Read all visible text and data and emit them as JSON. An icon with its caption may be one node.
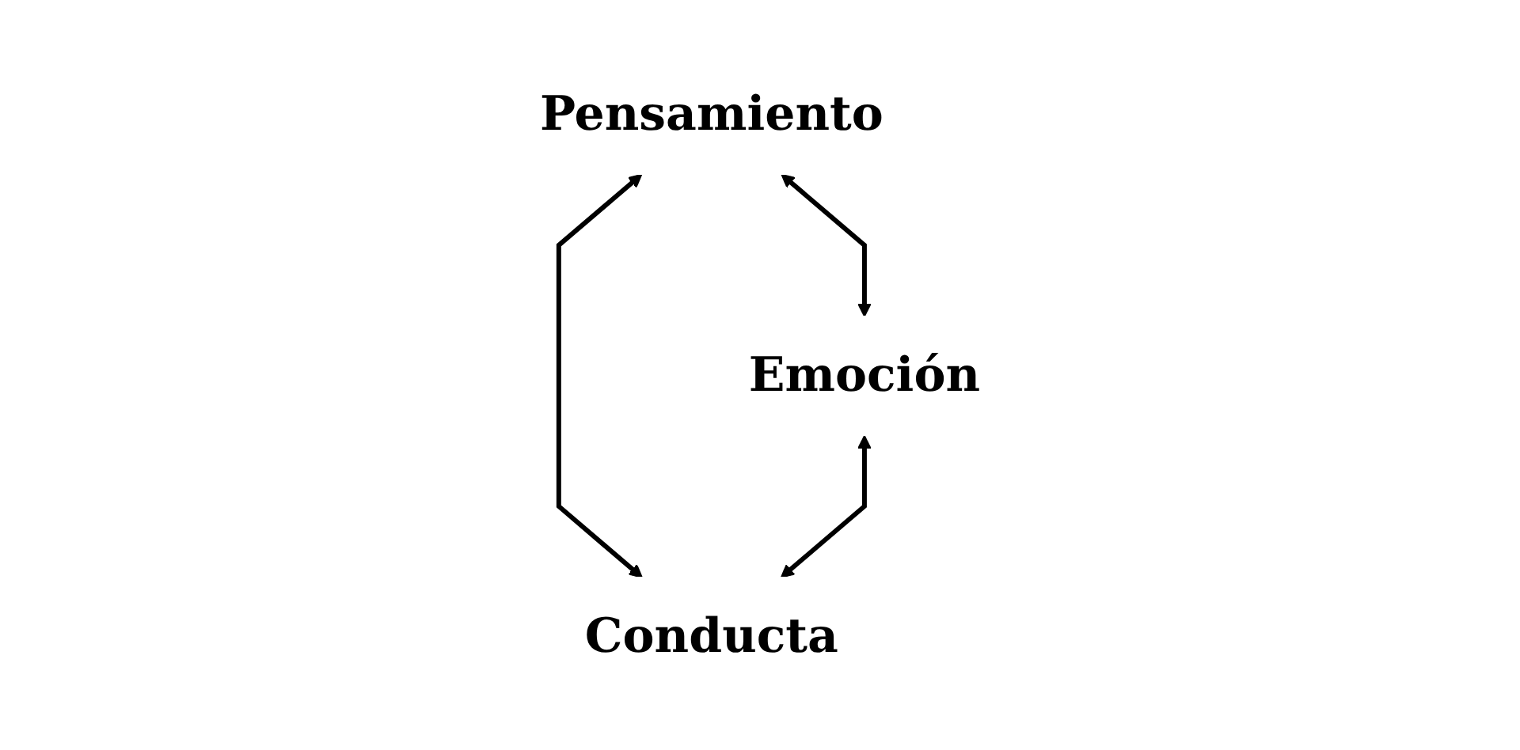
{
  "diagram": {
    "nodes": [
      {
        "text": [
          "Pensamiento"
        ]
      },
      {
        "text": [
          "Emoción"
        ]
      },
      {
        "text": [
          "Conducta"
        ]
      }
    ],
    "edges": [
      {
        "from": 0,
        "to": 1,
        "arrow": "both"
      },
      {
        "from": 0,
        "to": 2,
        "arrow": "both"
      },
      {
        "from": 1,
        "to": 2,
        "arrow": "both"
      }
    ]
  }
}
